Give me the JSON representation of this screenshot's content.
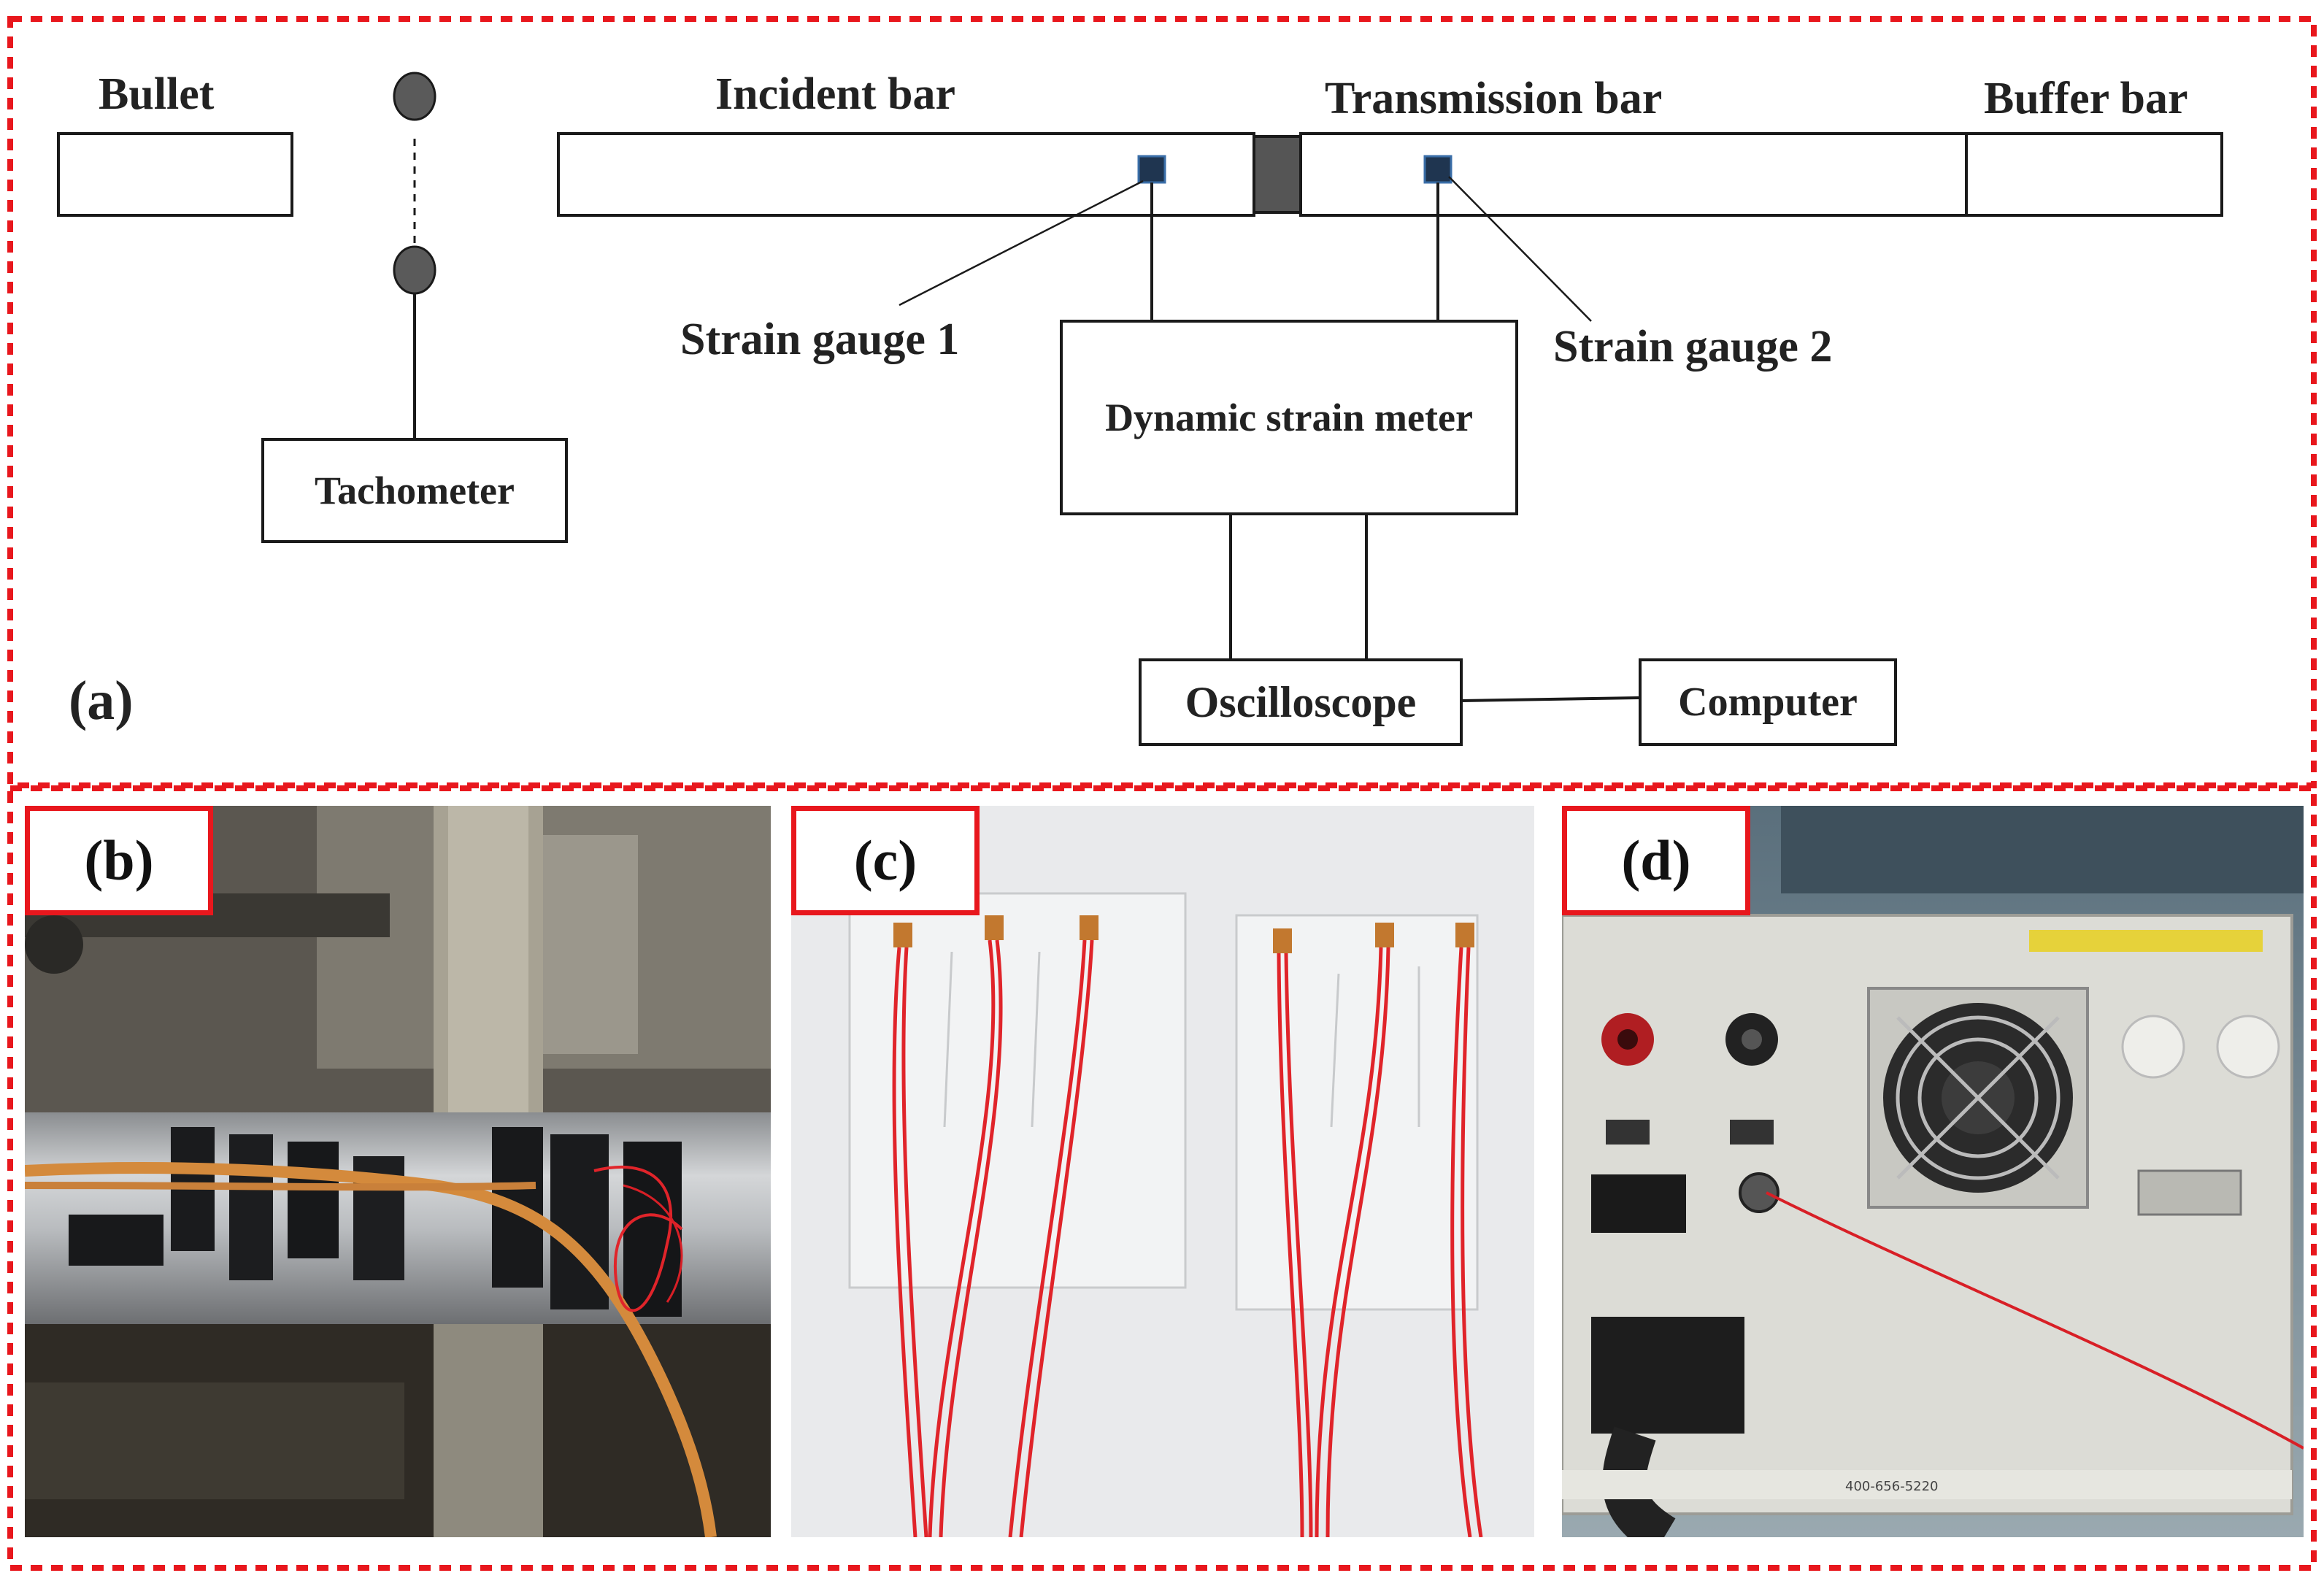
{
  "panel_a": {
    "tag": "(a)",
    "labels": {
      "bullet": "Bullet",
      "incident_bar": "Incident bar",
      "transmission_bar": "Transmission bar",
      "buffer_bar": "Buffer bar",
      "strain_gauge_1": "Strain gauge 1",
      "strain_gauge_2": "Strain gauge 2",
      "dynamic_strain_meter": "Dynamic strain meter",
      "tachometer": "Tachometer",
      "oscilloscope": "Oscilloscope",
      "computer": "Computer"
    }
  },
  "panel_b": {
    "tag": "(b)"
  },
  "panel_c": {
    "tag": "(c)"
  },
  "panel_d": {
    "tag": "(d)",
    "device_text": {
      "hotline": "400-656-5220"
    }
  },
  "colors": {
    "dashed_border": "#e8171d",
    "tag_border": "#e8171d",
    "line": "#1a1a1a",
    "gauge": "#1f3550",
    "specimen": "#555555"
  }
}
